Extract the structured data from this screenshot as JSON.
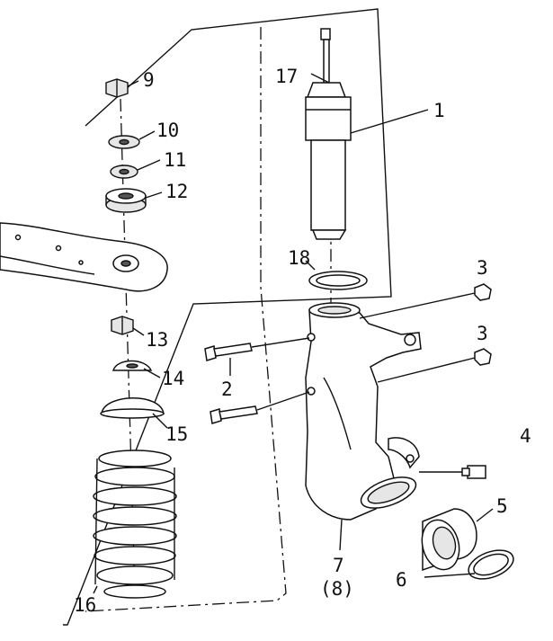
{
  "diagram": {
    "labels": {
      "n1": "1",
      "n2": "2",
      "n3a": "3",
      "n3b": "3",
      "n4": "4",
      "n5": "5",
      "n6": "6",
      "n7": "7",
      "n8": "(8)",
      "n9": "9",
      "n10": "10",
      "n11": "11",
      "n12": "12",
      "n13": "13",
      "n14": "14",
      "n15": "15",
      "n16": "16",
      "n17": "17",
      "n18": "18"
    }
  }
}
